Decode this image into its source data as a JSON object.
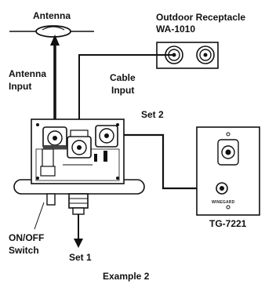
{
  "labels": {
    "antenna": "Antenna",
    "outdoor_receptacle": "Outdoor Receptacle",
    "outdoor_model": "WA-1010",
    "antenna_input_line1": "Antenna",
    "antenna_input_line2": "Input",
    "cable_input_line1": "Cable",
    "cable_input_line2": "Input",
    "set2": "Set 2",
    "wall_plate_model": "TG-7221",
    "wall_plate_brand": "WINEGARD",
    "switch_line1": "ON/OFF",
    "switch_line2": "Switch",
    "set1": "Set 1",
    "caption": "Example 2"
  }
}
